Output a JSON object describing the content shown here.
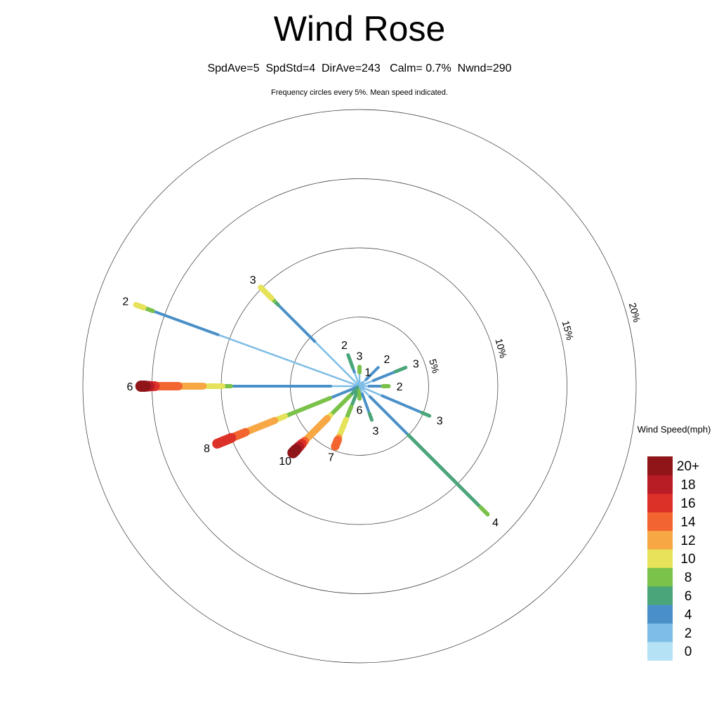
{
  "chart_data": {
    "type": "wind-rose",
    "title": "Wind Rose",
    "subtitle": "SpdAve=5  SpdStd=4  DirAve=243   Calm= 0.7%  Nwnd=290",
    "note": "Frequency circles every 5%. Mean speed indicated.",
    "rings": [
      5,
      10,
      15,
      20
    ],
    "ring_labels": [
      "5%",
      "10%",
      "15%",
      "20%"
    ],
    "legend": {
      "title": "Wind Speed(mph)",
      "labels": [
        "0",
        "2",
        "4",
        "6",
        "8",
        "10",
        "12",
        "14",
        "16",
        "18",
        "20+"
      ],
      "colors": [
        "#b5e3f5",
        "#7dbde6",
        "#4a90c8",
        "#4aa57a",
        "#7ac24a",
        "#e6e25a",
        "#f7a845",
        "#f26530",
        "#dc3128",
        "#b81c25",
        "#8f1519"
      ]
    },
    "spokes": [
      {
        "dir": 290,
        "mean": "2",
        "segments": [
          [
            1,
            10.8
          ],
          [
            2,
            15.9
          ],
          [
            4,
            16.6
          ],
          [
            5,
            17.2
          ]
        ]
      },
      {
        "dir": 315,
        "mean": "3",
        "segments": [
          [
            1,
            4.5
          ],
          [
            2,
            8.3
          ],
          [
            3,
            8.7
          ],
          [
            4,
            9.0
          ],
          [
            5,
            10.1
          ]
        ]
      },
      {
        "dir": 270,
        "mean": "6",
        "segments": [
          [
            1,
            2.0
          ],
          [
            2,
            9.3
          ],
          [
            4,
            9.9
          ],
          [
            5,
            11.3
          ],
          [
            6,
            13.1
          ],
          [
            7,
            14.8
          ],
          [
            8,
            15.2
          ],
          [
            9,
            15.5
          ],
          [
            10,
            15.8
          ]
        ]
      },
      {
        "dir": 248,
        "mean": "8",
        "segments": [
          [
            2,
            2.3
          ],
          [
            4,
            5.8
          ],
          [
            5,
            6.6
          ],
          [
            6,
            8.9
          ],
          [
            7,
            10.0
          ],
          [
            8,
            11.1
          ]
        ]
      },
      {
        "dir": 225,
        "mean": "10",
        "segments": [
          [
            3,
            1.0
          ],
          [
            4,
            3.0
          ],
          [
            5,
            3.3
          ],
          [
            6,
            5.6
          ],
          [
            7,
            5.9
          ],
          [
            8,
            6.2
          ],
          [
            9,
            6.5
          ],
          [
            10,
            6.8
          ]
        ]
      },
      {
        "dir": 202,
        "mean": "7",
        "segments": [
          [
            3,
            1.6
          ],
          [
            4,
            2.6
          ],
          [
            5,
            4.0
          ],
          [
            6,
            4.2
          ],
          [
            7,
            4.7
          ]
        ]
      },
      {
        "dir": 180,
        "mean": "6",
        "segments": [
          [
            3,
            0.3
          ],
          [
            4,
            0.9
          ]
        ]
      },
      {
        "dir": 160,
        "mean": "3",
        "segments": [
          [
            1,
            0.5
          ],
          [
            2,
            2.1
          ],
          [
            3,
            2.6
          ]
        ]
      },
      {
        "dir": 113,
        "mean": "3",
        "segments": [
          [
            1,
            1.7
          ],
          [
            2,
            4.9
          ],
          [
            3,
            5.5
          ]
        ]
      },
      {
        "dir": 135,
        "mean": "4",
        "segments": [
          [
            1,
            1.0
          ],
          [
            2,
            5.0
          ],
          [
            3,
            12.4
          ],
          [
            4,
            13.1
          ]
        ]
      },
      {
        "dir": 90,
        "mean": "2",
        "segments": [
          [
            1,
            0.6
          ],
          [
            2,
            1.7
          ],
          [
            4,
            2.1
          ]
        ]
      },
      {
        "dir": 68,
        "mean": "3",
        "segments": [
          [
            1,
            1.0
          ],
          [
            2,
            2.8
          ],
          [
            3,
            3.6
          ]
        ]
      },
      {
        "dir": 45,
        "mean": "2",
        "segments": [
          [
            1,
            0.6
          ],
          [
            2,
            2.0
          ]
        ]
      },
      {
        "dir": 0,
        "mean": "3",
        "segments": [
          [
            1,
            1.0
          ],
          [
            4,
            1.4
          ]
        ]
      },
      {
        "dir": 30,
        "mean": "1",
        "segments": [
          [
            1,
            0.4
          ]
        ]
      },
      {
        "dir": 340,
        "mean": "2",
        "segments": [
          [
            1,
            1.0
          ],
          [
            2,
            1.4
          ],
          [
            3,
            2.4
          ]
        ]
      }
    ]
  }
}
